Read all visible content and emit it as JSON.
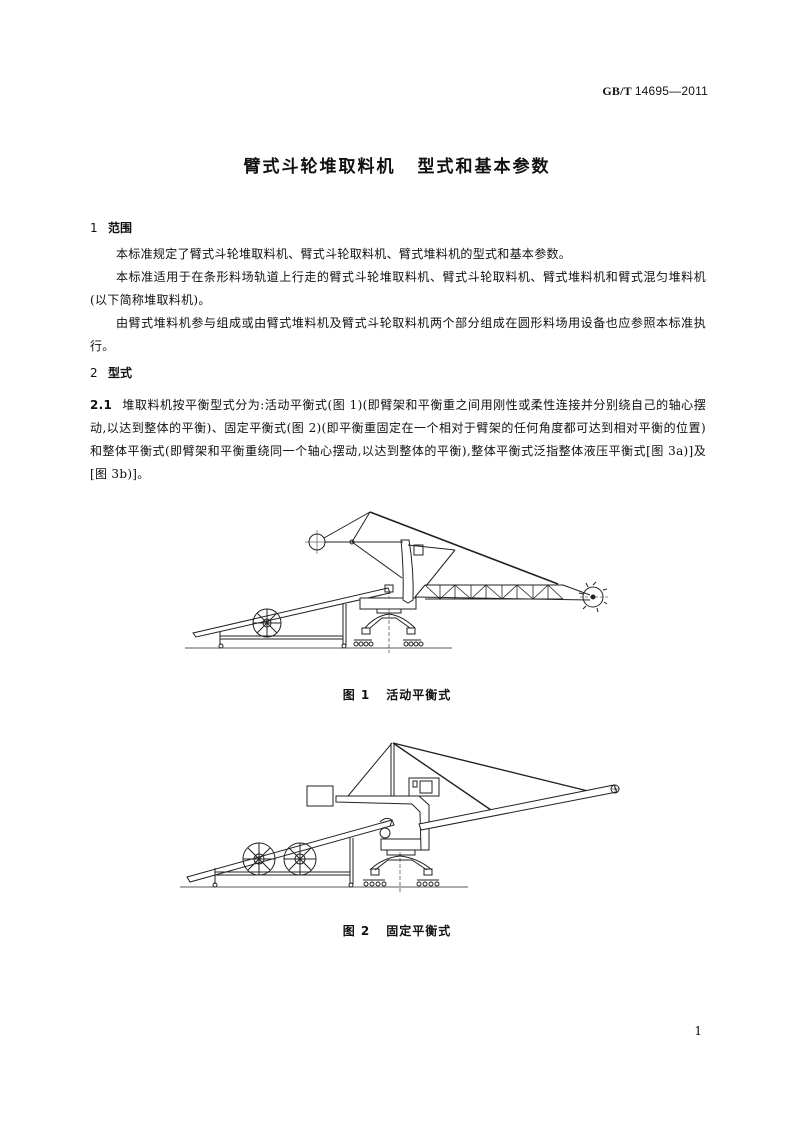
{
  "header": {
    "standard_prefix": "GB/T",
    "standard_number": "14695—2011"
  },
  "document": {
    "title_part1": "臂式斗轮堆取料机",
    "title_part2": "型式和基本参数"
  },
  "sections": [
    {
      "number": "1",
      "heading": "范围",
      "paragraphs": [
        "本标准规定了臂式斗轮堆取料机、臂式斗轮取料机、臂式堆料机的型式和基本参数。",
        "本标准适用于在条形料场轨道上行走的臂式斗轮堆取料机、臂式斗轮取料机、臂式堆料机和臂式混匀堆料机(以下简称堆取料机)。",
        "由臂式堆料机参与组成或由臂式堆料机及臂式斗轮取料机两个部分组成在圆形料场用设备也应参照本标准执行。"
      ]
    },
    {
      "number": "2",
      "heading": "型式",
      "clauses": [
        {
          "number": "2.1",
          "text": "堆取料机按平衡型式分为:活动平衡式(图 1)(即臂架和平衡重之间用刚性或柔性连接并分别绕自己的轴心摆动,以达到整体的平衡)、固定平衡式(图 2)(即平衡重固定在一个相对于臂架的任何角度都可达到相对平衡的位置)和整体平衡式(即臂架和平衡重绕同一个轴心摆动,以达到整体的平衡),整体平衡式泛指整体液压平衡式[图 3a)]及[图 3b)]。"
        }
      ]
    }
  ],
  "figures": [
    {
      "label": "图 1",
      "caption": "活动平衡式",
      "depicts": "bucket-wheel stacker-reclaimer with movable counterweight"
    },
    {
      "label": "图 2",
      "caption": "固定平衡式",
      "depicts": "stacker with fixed box counterweight"
    }
  ],
  "footer": {
    "page_number": "1"
  }
}
